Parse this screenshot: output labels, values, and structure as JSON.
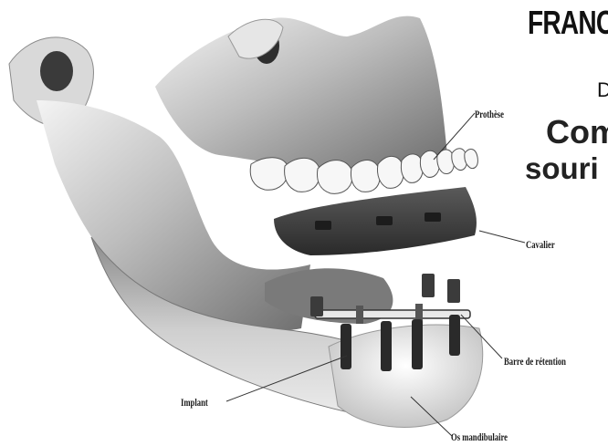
{
  "header": {
    "title": "FRANC",
    "subtitle": "D",
    "tagline_1": "Com",
    "tagline_2": "souri"
  },
  "labels": {
    "prothese": "Prothèse",
    "cavalier": "Cavalier",
    "barre": "Barre de rétention",
    "implant": "Implant",
    "os": "Os mandibulaire"
  }
}
